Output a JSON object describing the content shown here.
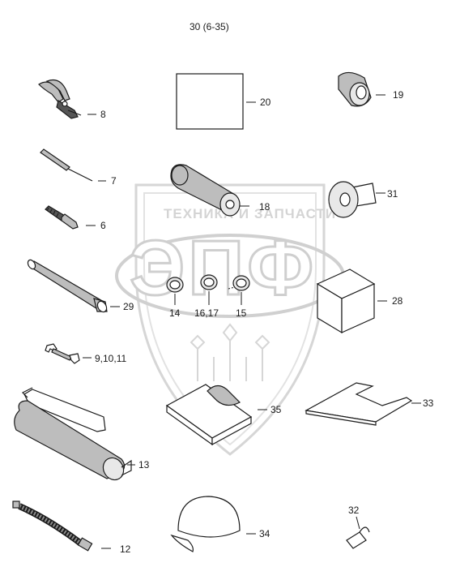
{
  "title": "30 (6-35)",
  "watermark": {
    "text": "ТЕХНИКА И ЗАПЧАСТИ",
    "logo": "ЭПФ"
  },
  "callouts": {
    "c8": "8",
    "c7": "7",
    "c6": "6",
    "c29": "29",
    "c9": "9,10,11",
    "c13": "13",
    "c12": "12",
    "c20": "20",
    "c19": "19",
    "c18": "18",
    "c31": "31",
    "c14": "14",
    "c16": "16,17",
    "c15": "15",
    "c28": "28",
    "c35": "35",
    "c33": "33",
    "c34": "34",
    "c32": "32"
  },
  "colors": {
    "line": "#1a1a1a",
    "part_fill": "#bdbdbd",
    "watermark": "#cfcfcf"
  }
}
